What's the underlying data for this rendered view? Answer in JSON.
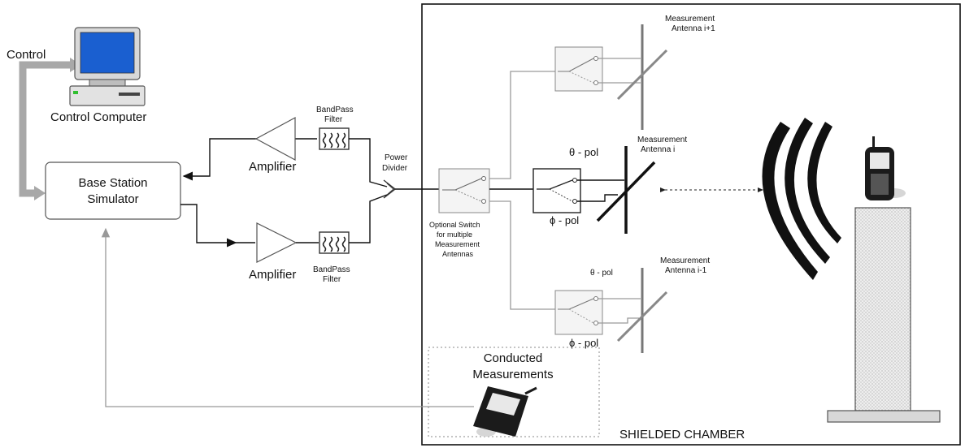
{
  "labels": {
    "control": "Control",
    "control_computer": "Control Computer",
    "base_station_line1": "Base Station",
    "base_station_line2": "Simulator",
    "amplifier_top": "Amplifier",
    "amplifier_bottom": "Amplifier",
    "bandpass_top_line1": "BandPass",
    "bandpass_top_line2": "Filter",
    "bandpass_bottom_line1": "BandPass",
    "bandpass_bottom_line2": "Filter",
    "power_divider_line1": "Power",
    "power_divider_line2": "Divider",
    "optional_switch_line1": "Optional Switch",
    "optional_switch_line2": "for multiple",
    "optional_switch_line3": "Measurement",
    "optional_switch_line4": "Antennas",
    "ant_top_line1": "Measurement",
    "ant_top_line2": "Antenna i+1",
    "ant_mid_line1": "Measurement",
    "ant_mid_line2": "Antenna i",
    "ant_bot_line1": "Measurement",
    "ant_bot_line2": "Antenna i-1",
    "theta_pol_mid": "θ - pol",
    "phi_pol_mid": "ϕ - pol",
    "theta_pol_bot": "θ  - pol",
    "phi_pol_bot": "ϕ - pol",
    "conducted_line1": "Conducted",
    "conducted_line2": "Measurements",
    "shielded_chamber": "SHIELDED CHAMBER"
  },
  "colors": {
    "line_gray": "#9a9a9a",
    "line_dark": "#111111",
    "monitor_screen": "#1a5fd0",
    "phone_body": "#1b1b1b",
    "pedestal_fill": "#dcdcdc"
  }
}
